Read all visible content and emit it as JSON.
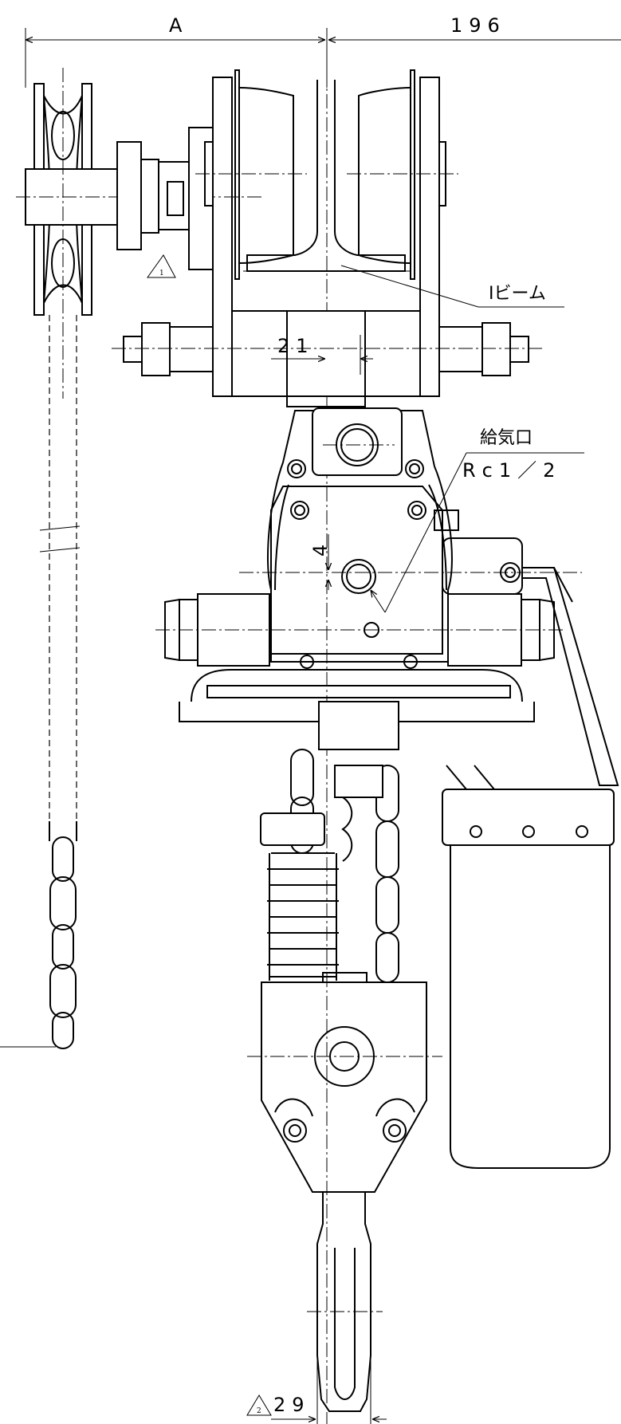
{
  "dimensions": {
    "dim_a": "A",
    "dim_196": "196",
    "dim_21": "21",
    "dim_4": "4",
    "dim_29": "29"
  },
  "labels": {
    "i_beam": "Iビーム",
    "air_inlet": "給気口",
    "air_inlet_thread": "Rc1／2"
  },
  "revision_marks": {
    "mark_1": "1",
    "mark_2": "2"
  },
  "colors": {
    "line": "#000000",
    "background": "#ffffff"
  }
}
